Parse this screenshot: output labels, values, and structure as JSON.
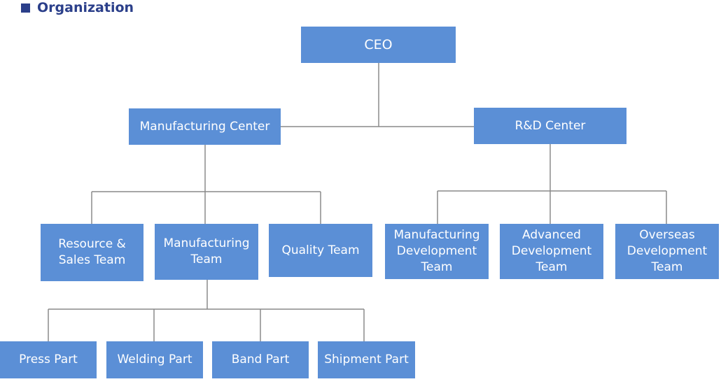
{
  "header": {
    "title": "Organization",
    "bullet_icon": "square-bullet-icon"
  },
  "colors": {
    "box": "#5b8fd6",
    "line": "#8a8a8a",
    "title": "#2b3f8a"
  },
  "org": {
    "ceo": "CEO",
    "manufacturing_center": "Manufacturing Center",
    "rd_center": "R&D Center",
    "resource_sales_team": "Resource &\nSales Team",
    "manufacturing_team": "Manufacturing\nTeam",
    "quality_team": "Quality Team",
    "manufacturing_development_team": "Manufacturing\nDevelopment\nTeam",
    "advanced_development_team": "Advanced\nDevelopment\nTeam",
    "overseas_development_team": "Overseas\nDevelopment\nTeam",
    "press_part": "Press Part",
    "welding_part": "Welding Part",
    "band_part": "Band Part",
    "shipment_part": "Shipment Part"
  }
}
